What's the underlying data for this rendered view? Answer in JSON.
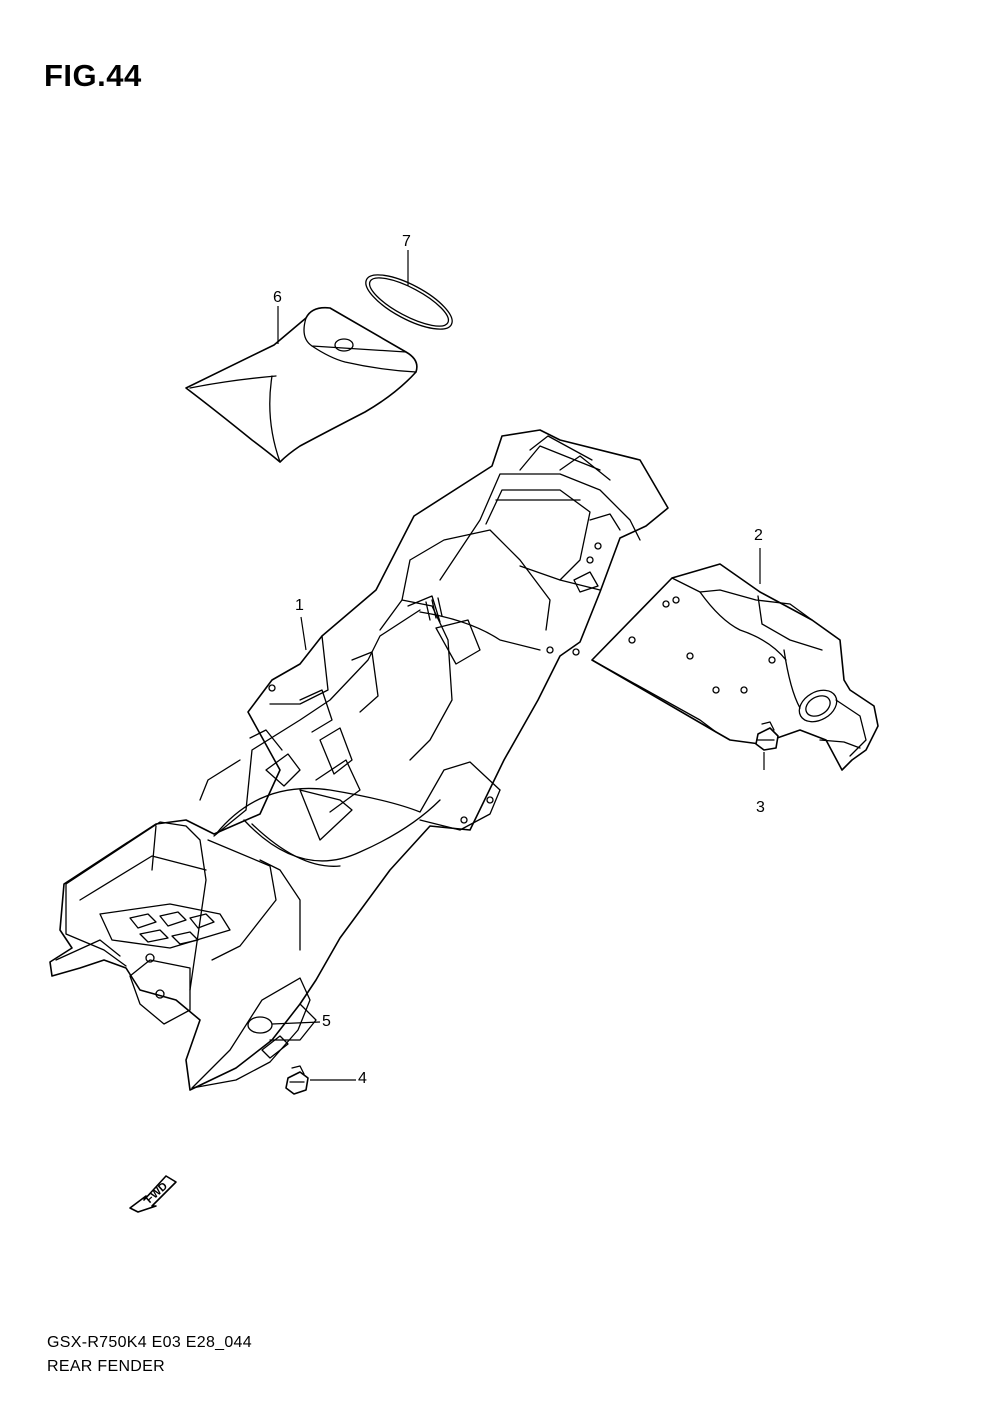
{
  "figure": {
    "title": "FIG.44"
  },
  "callouts": [
    {
      "number": "1"
    },
    {
      "number": "2"
    },
    {
      "number": "3"
    },
    {
      "number": "4"
    },
    {
      "number": "5"
    },
    {
      "number": "6"
    },
    {
      "number": "7"
    }
  ],
  "fwd_marker": {
    "label": "FWD",
    "icon": "forward-arrow-icon"
  },
  "footer": {
    "model_code": "GSX-R750K4 E03 E28_044",
    "section_name": "REAR FENDER"
  }
}
